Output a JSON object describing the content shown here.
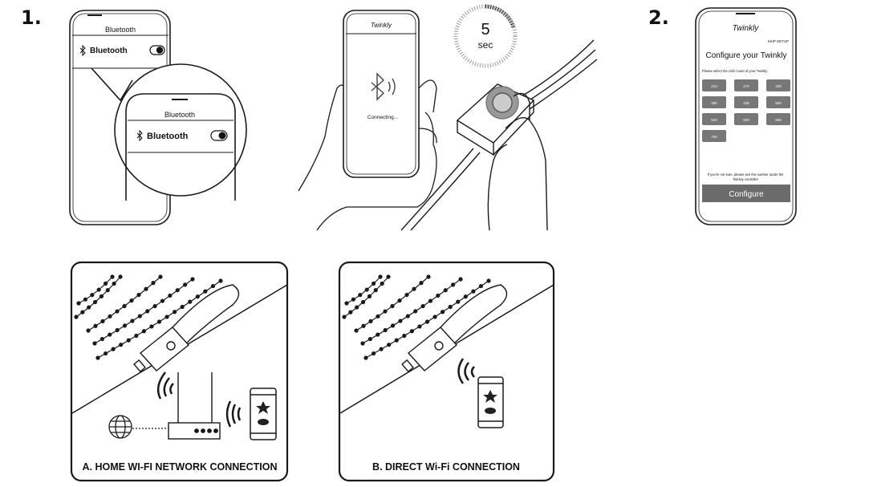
{
  "steps": {
    "one": "1.",
    "two": "2."
  },
  "phone1": {
    "header": "Bluetooth",
    "row": "Bluetooth"
  },
  "zoom": {
    "header": "Bluetooth",
    "row": "Bluetooth"
  },
  "phone2": {
    "logo": "Twinkly",
    "status": "Connecting..."
  },
  "timer": {
    "value": "5",
    "unit": "sec"
  },
  "phone3": {
    "logo": "Twinkly",
    "skip": "SKIP SETUP",
    "title": "Configure your Twinkly",
    "subtitle": "Please select the LED count of your Twinkly",
    "options": [
      "210",
      "270",
      "330",
      "390",
      "435",
      "600",
      "540",
      "500",
      "660",
      "750"
    ],
    "note_line1": "If you're not sure, please see the number under the",
    "note_line2": "Twinkly controller",
    "button": "Configure"
  },
  "panelA": {
    "caption": "A. HOME WI-FI NETWORK CONNECTION"
  },
  "panelB": {
    "caption": "B. DIRECT Wi-Fi CONNECTION"
  },
  "colors": {
    "line": "#1a1a1a",
    "button": "#6b6b6b",
    "option": "#777777"
  },
  "icons": [
    "bluetooth-icon",
    "toggle-icon",
    "hand-icon",
    "timer-icon",
    "led-controller-icon",
    "router-icon",
    "globe-icon",
    "wifi-icon",
    "phone-icon",
    "twinkly-star-icon"
  ]
}
